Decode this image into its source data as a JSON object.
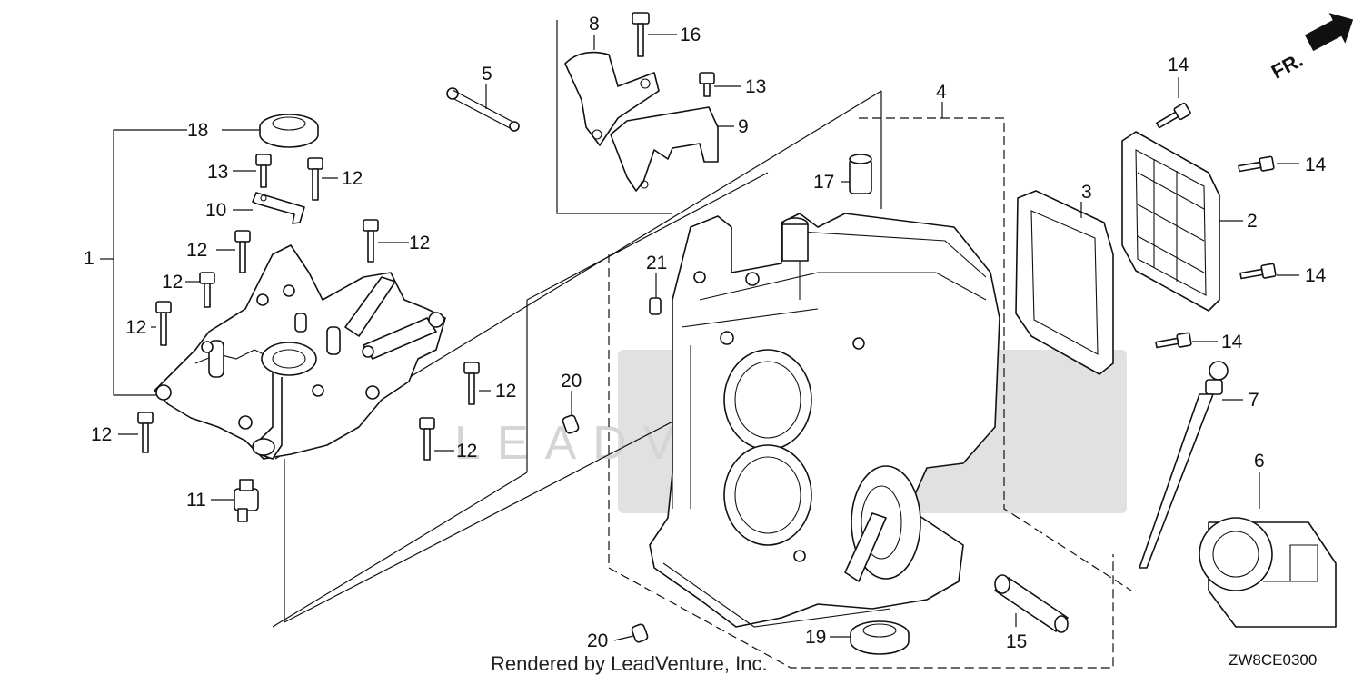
{
  "diagram": {
    "credit": "Rendered by LeadVenture, Inc.",
    "diagram_code": "ZW8CE0300",
    "direction_label": "FR.",
    "watermark_text": "LEADVENTURE"
  },
  "callouts": [
    {
      "id": "c1",
      "label": "1"
    },
    {
      "id": "c2",
      "label": "2"
    },
    {
      "id": "c3",
      "label": "3"
    },
    {
      "id": "c4",
      "label": "4"
    },
    {
      "id": "c5",
      "label": "5"
    },
    {
      "id": "c6",
      "label": "6"
    },
    {
      "id": "c7",
      "label": "7"
    },
    {
      "id": "c8",
      "label": "8"
    },
    {
      "id": "c9",
      "label": "9"
    },
    {
      "id": "c10",
      "label": "10"
    },
    {
      "id": "c11",
      "label": "11"
    },
    {
      "id": "c12a",
      "label": "12"
    },
    {
      "id": "c12b",
      "label": "12"
    },
    {
      "id": "c12c",
      "label": "12"
    },
    {
      "id": "c12d",
      "label": "12"
    },
    {
      "id": "c12e",
      "label": "12"
    },
    {
      "id": "c12f",
      "label": "12"
    },
    {
      "id": "c12g",
      "label": "12"
    },
    {
      "id": "c12h",
      "label": "12"
    },
    {
      "id": "c13a",
      "label": "13"
    },
    {
      "id": "c13b",
      "label": "13"
    },
    {
      "id": "c14a",
      "label": "14"
    },
    {
      "id": "c14b",
      "label": "14"
    },
    {
      "id": "c14c",
      "label": "14"
    },
    {
      "id": "c14d",
      "label": "14"
    },
    {
      "id": "c15",
      "label": "15"
    },
    {
      "id": "c16",
      "label": "16"
    },
    {
      "id": "c17",
      "label": "17"
    },
    {
      "id": "c18",
      "label": "18"
    },
    {
      "id": "c19",
      "label": "19"
    },
    {
      "id": "c20a",
      "label": "20"
    },
    {
      "id": "c20b",
      "label": "20"
    },
    {
      "id": "c21",
      "label": "21"
    }
  ]
}
